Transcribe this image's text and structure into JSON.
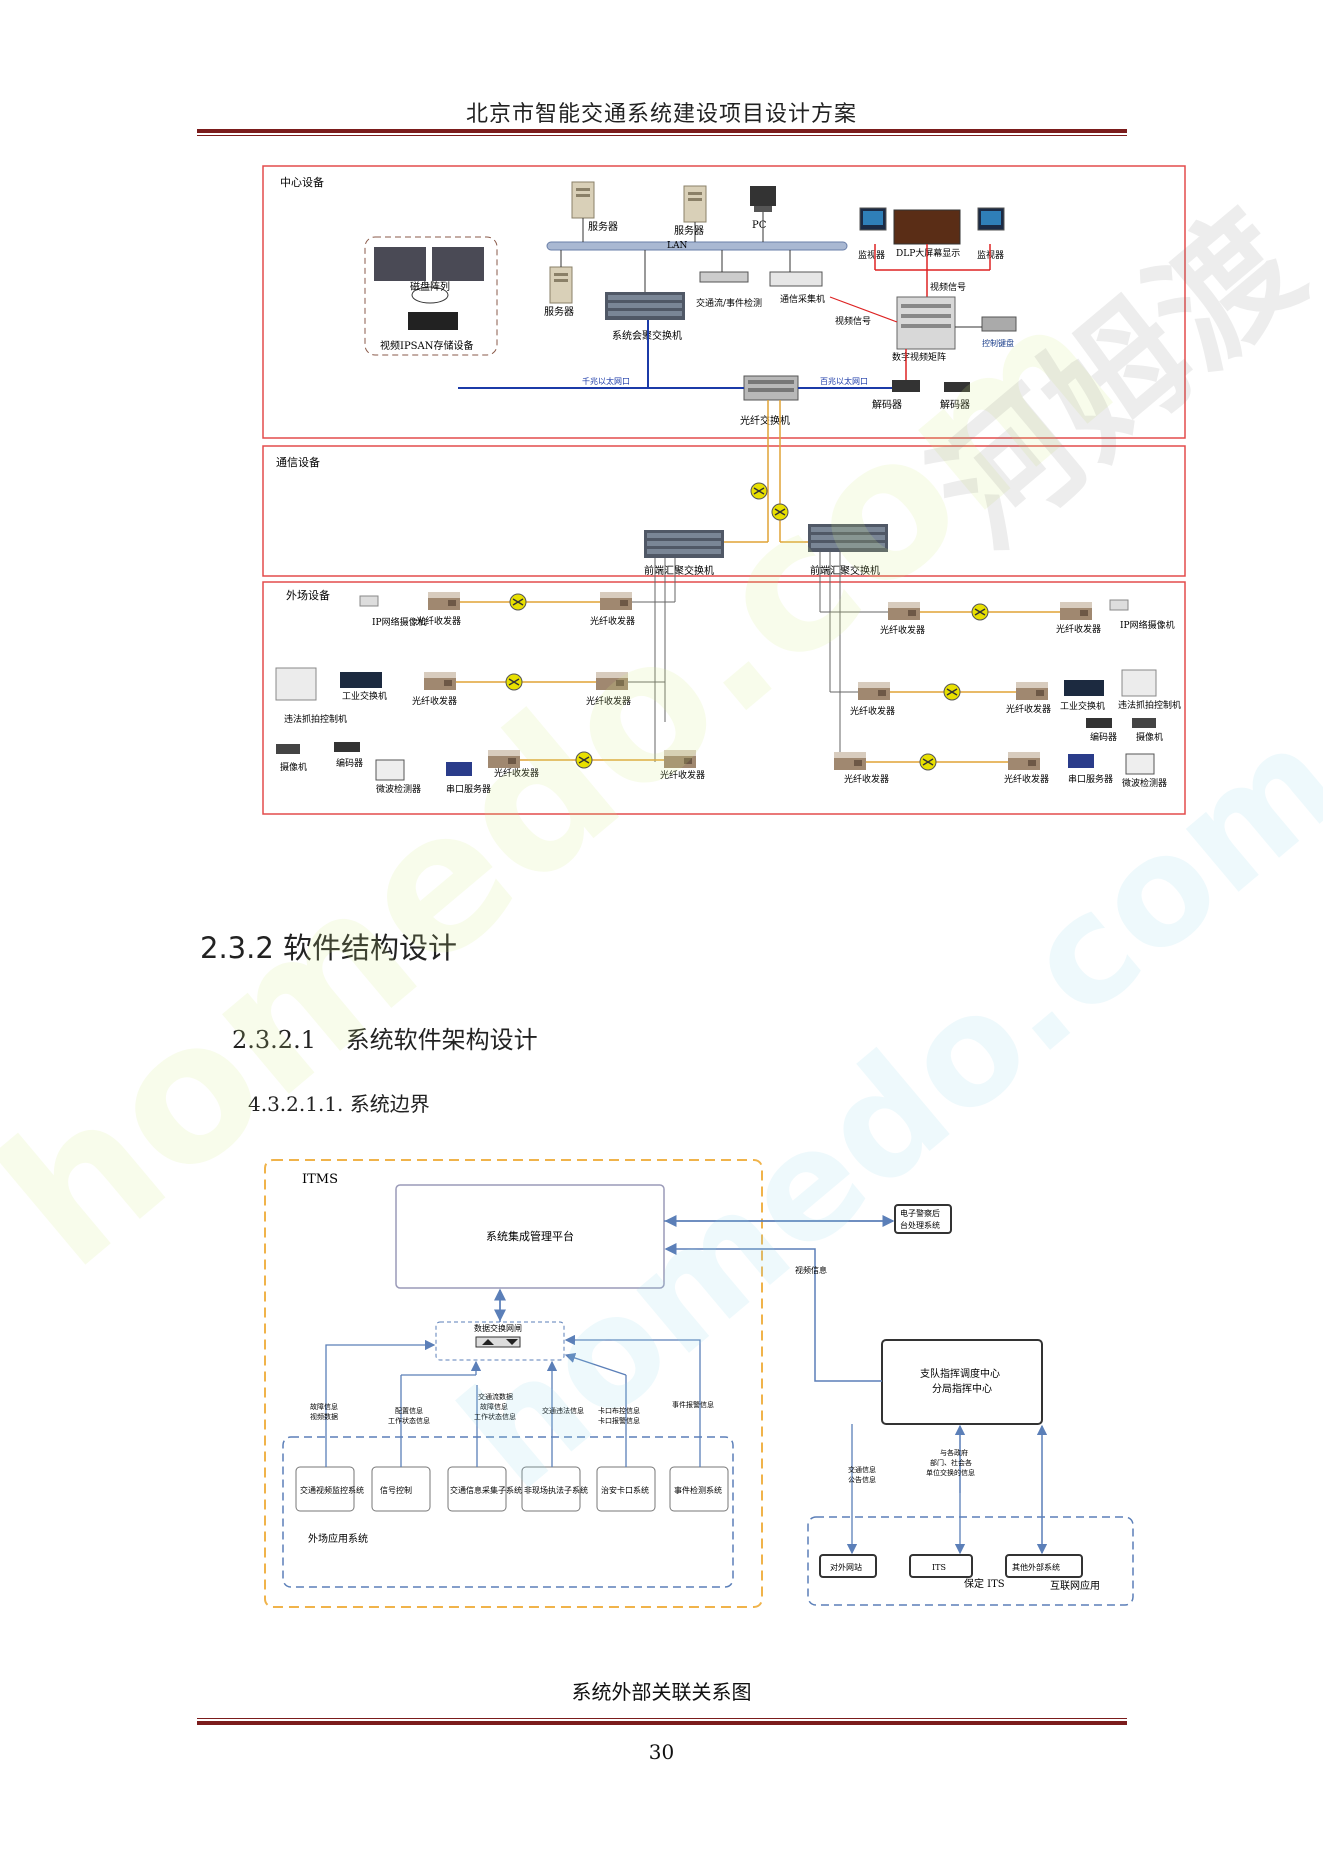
{
  "header": {
    "title": "北京市智能交通系统建设项目设计方案"
  },
  "network_diagram": {
    "zones": {
      "center": "中心设备",
      "comm": "通信设备",
      "field": "外场设备"
    },
    "labels": {
      "server1": "服务器",
      "server2": "服务器",
      "server3": "服务器",
      "pc": "PC",
      "lan": "LAN",
      "monitor1": "监视器",
      "monitor2": "监视器",
      "dlp": "DLP大屏幕显示",
      "video_signal1": "视频信号",
      "video_signal2": "视频信号",
      "matrix": "数字视频矩阵",
      "keyboard": "控制键盘",
      "traffic_flow": "交通流/事件检测",
      "comm_collector": "通信采集机",
      "sys_switch": "系统会聚交换机",
      "disk_array": "磁盘阵列",
      "ipsan": "视频IPSAN存储设备",
      "gigabit": "千兆以太网口",
      "fast_eth": "百兆以太网口",
      "decoder1": "解码器",
      "decoder2": "解码器",
      "optical_switch": "光纤交换机",
      "agg_switch1": "前端汇聚交换机",
      "agg_switch2": "前端汇聚交换机",
      "ip_cam1": "IP网络摄像机",
      "ip_cam2": "IP网络摄像机",
      "transceiver": "光纤收发器",
      "ind_switch1": "工业交换机",
      "ind_switch2": "工业交换机",
      "violation1": "违法抓拍控制机",
      "violation2": "违法抓拍控制机",
      "camera1": "摄像机",
      "camera2": "摄像机",
      "encoder1": "编码器",
      "encoder2": "编码器",
      "microwave1": "微波检测器",
      "microwave2": "微波检测器",
      "serial1": "串口服务器",
      "serial2": "串口服务器"
    }
  },
  "sections": {
    "h3": "2.3.2 软件结构设计",
    "h4_num": "2.3.2.1",
    "h4_text": "系统软件架构设计",
    "h5": "4.3.2.1.1. 系统边界"
  },
  "boundary_diagram": {
    "itms": "ITMS",
    "platform": "系统集成管理平台",
    "police_sys": "电子警察后台处理系统",
    "data_gateway": "数据交换网闸",
    "command_center_1": "支队指挥调度中心",
    "command_center_2": "分局指挥中心",
    "video_info": "视频信息",
    "edge_labels": {
      "fault": "故障信息视频数据",
      "config": "配置信息工作状态信息",
      "traffic": "交通流数据故障信息工作状态信息",
      "violation": "交通违法信息",
      "bayonet": "卡口布控信息卡口报警信息",
      "event": "事件报警信息",
      "publish": "交通信息公告信息",
      "gov": "与各政府部门、社会各单位交换的信息"
    },
    "subsystems": [
      "交通视频监控系统",
      "信号控制",
      "交通信息采集子系统",
      "非现场执法子系统",
      "治安卡口系统",
      "事件检测系统"
    ],
    "outside_label": "外场应用系统",
    "internet_label": "互联网应用",
    "ext_nodes": [
      "对外网站",
      "ITS",
      "其他外部系统"
    ],
    "ext_note": "保定 ITS"
  },
  "caption": "系统外部关联关系图",
  "page_number": "30",
  "watermark": {
    "text_latin": "homedo.com",
    "text_cn": "河姆渡"
  }
}
